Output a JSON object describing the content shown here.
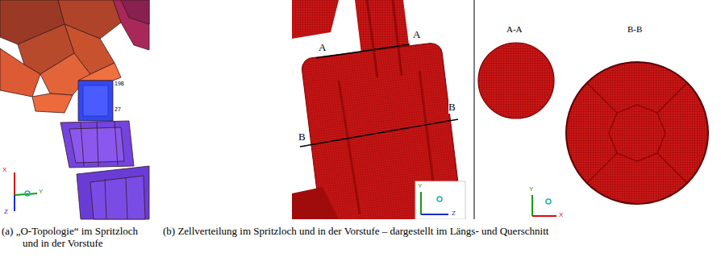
{
  "diagram": {
    "labels": [
      "198",
      "27",
      "A",
      "A",
      "B",
      "B",
      "A-A",
      "B-B",
      "X",
      "Y",
      "Z",
      "Y",
      "Z",
      "Y",
      "X",
      "(a) „O-Topologie“ im Spritzloch und in der Vorstufe",
      "(b) Zellverteilung im Spritzloch und in der Vorstufe – dargestellt im Längs- und Querschnitt"
    ]
  }
}
